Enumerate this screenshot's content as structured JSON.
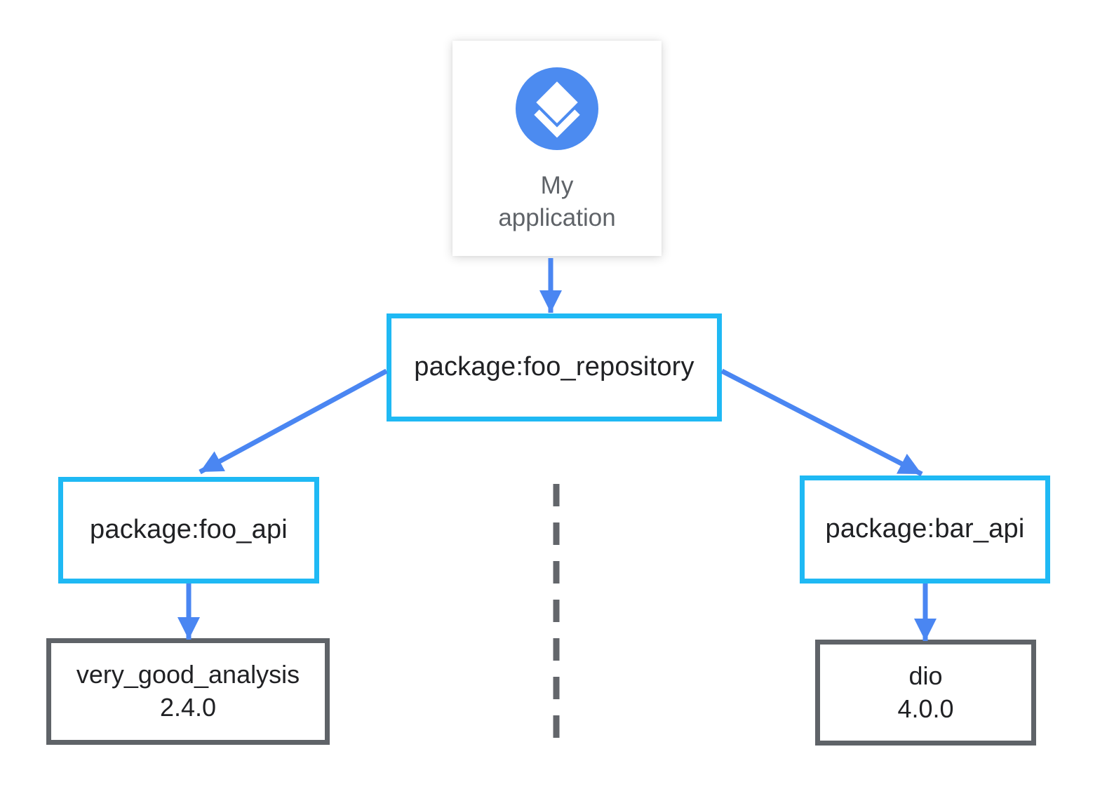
{
  "diagram_type": "package-dependency-diagram",
  "nodes": {
    "app": {
      "label": "My\napplication",
      "icon": "layers-icon"
    },
    "foo_repository": {
      "label": "package:foo_repository"
    },
    "foo_api": {
      "label": "package:foo_api"
    },
    "bar_api": {
      "label": "package:bar_api"
    },
    "very_good_analysis": {
      "name": "very_good_analysis",
      "version": "2.4.0"
    },
    "dio": {
      "name": "dio",
      "version": "4.0.0"
    }
  },
  "edges": [
    {
      "from": "app",
      "to": "foo_repository",
      "style": "solid-arrow"
    },
    {
      "from": "foo_repository",
      "to": "foo_api",
      "style": "solid-arrow"
    },
    {
      "from": "foo_repository",
      "to": "bar_api",
      "style": "solid-arrow"
    },
    {
      "from": "foo_api",
      "to": "very_good_analysis",
      "style": "solid-arrow"
    },
    {
      "from": "bar_api",
      "to": "dio",
      "style": "solid-arrow"
    }
  ],
  "separator": {
    "style": "vertical-dashed-line"
  },
  "colors": {
    "package_border": "#1fb9f4",
    "external_border": "#5f6368",
    "arrow": "#4a86f2",
    "icon_circle": "#4c8bf0",
    "label_gray": "#5f6368",
    "text_dark": "#202124",
    "divider_gray": "#63666b"
  }
}
